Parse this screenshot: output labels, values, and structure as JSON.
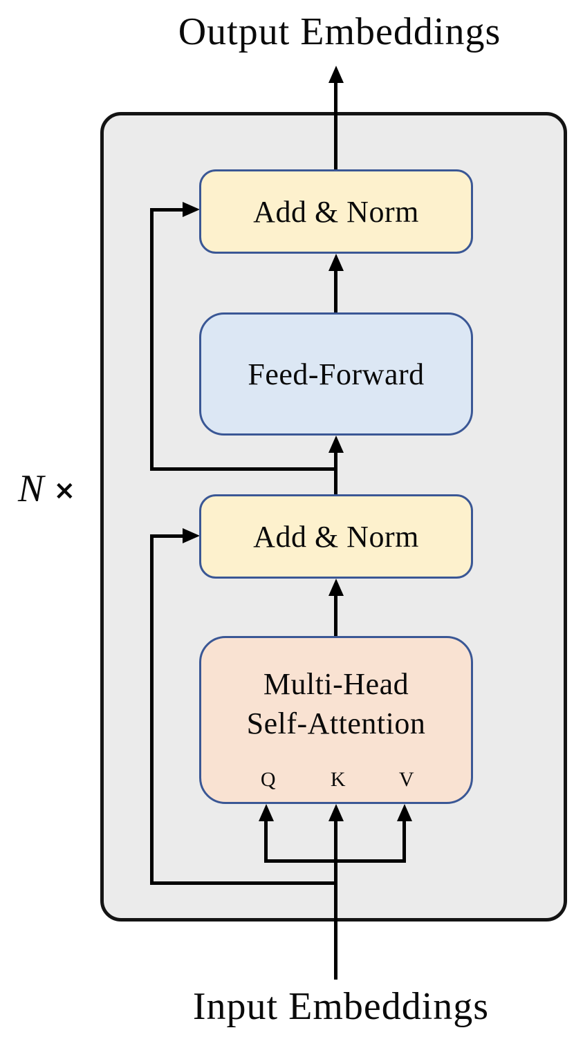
{
  "diagram": {
    "title_top": "Output Embeddings",
    "title_bottom": "Input Embeddings",
    "repeat": {
      "n": "N",
      "times": "×"
    },
    "blocks": {
      "add_norm_top": {
        "label": "Add & Norm"
      },
      "feed_forward": {
        "label": "Feed-Forward"
      },
      "add_norm_bottom": {
        "label": "Add & Norm"
      },
      "attention": {
        "label_line1": "Multi-Head",
        "label_line2": "Self-Attention",
        "inputs": {
          "q": "Q",
          "k": "K",
          "v": "V"
        }
      }
    },
    "colors": {
      "page_background": "#ffffff",
      "outer_fill": "#ebebeb",
      "outer_border": "#141414",
      "block_border": "#3a5795",
      "add_norm_fill": "#fdf1cd",
      "feed_forward_fill": "#dce7f4",
      "attention_fill": "#f9e2d2",
      "line": "#000000",
      "text": "#0a0a0a"
    }
  }
}
